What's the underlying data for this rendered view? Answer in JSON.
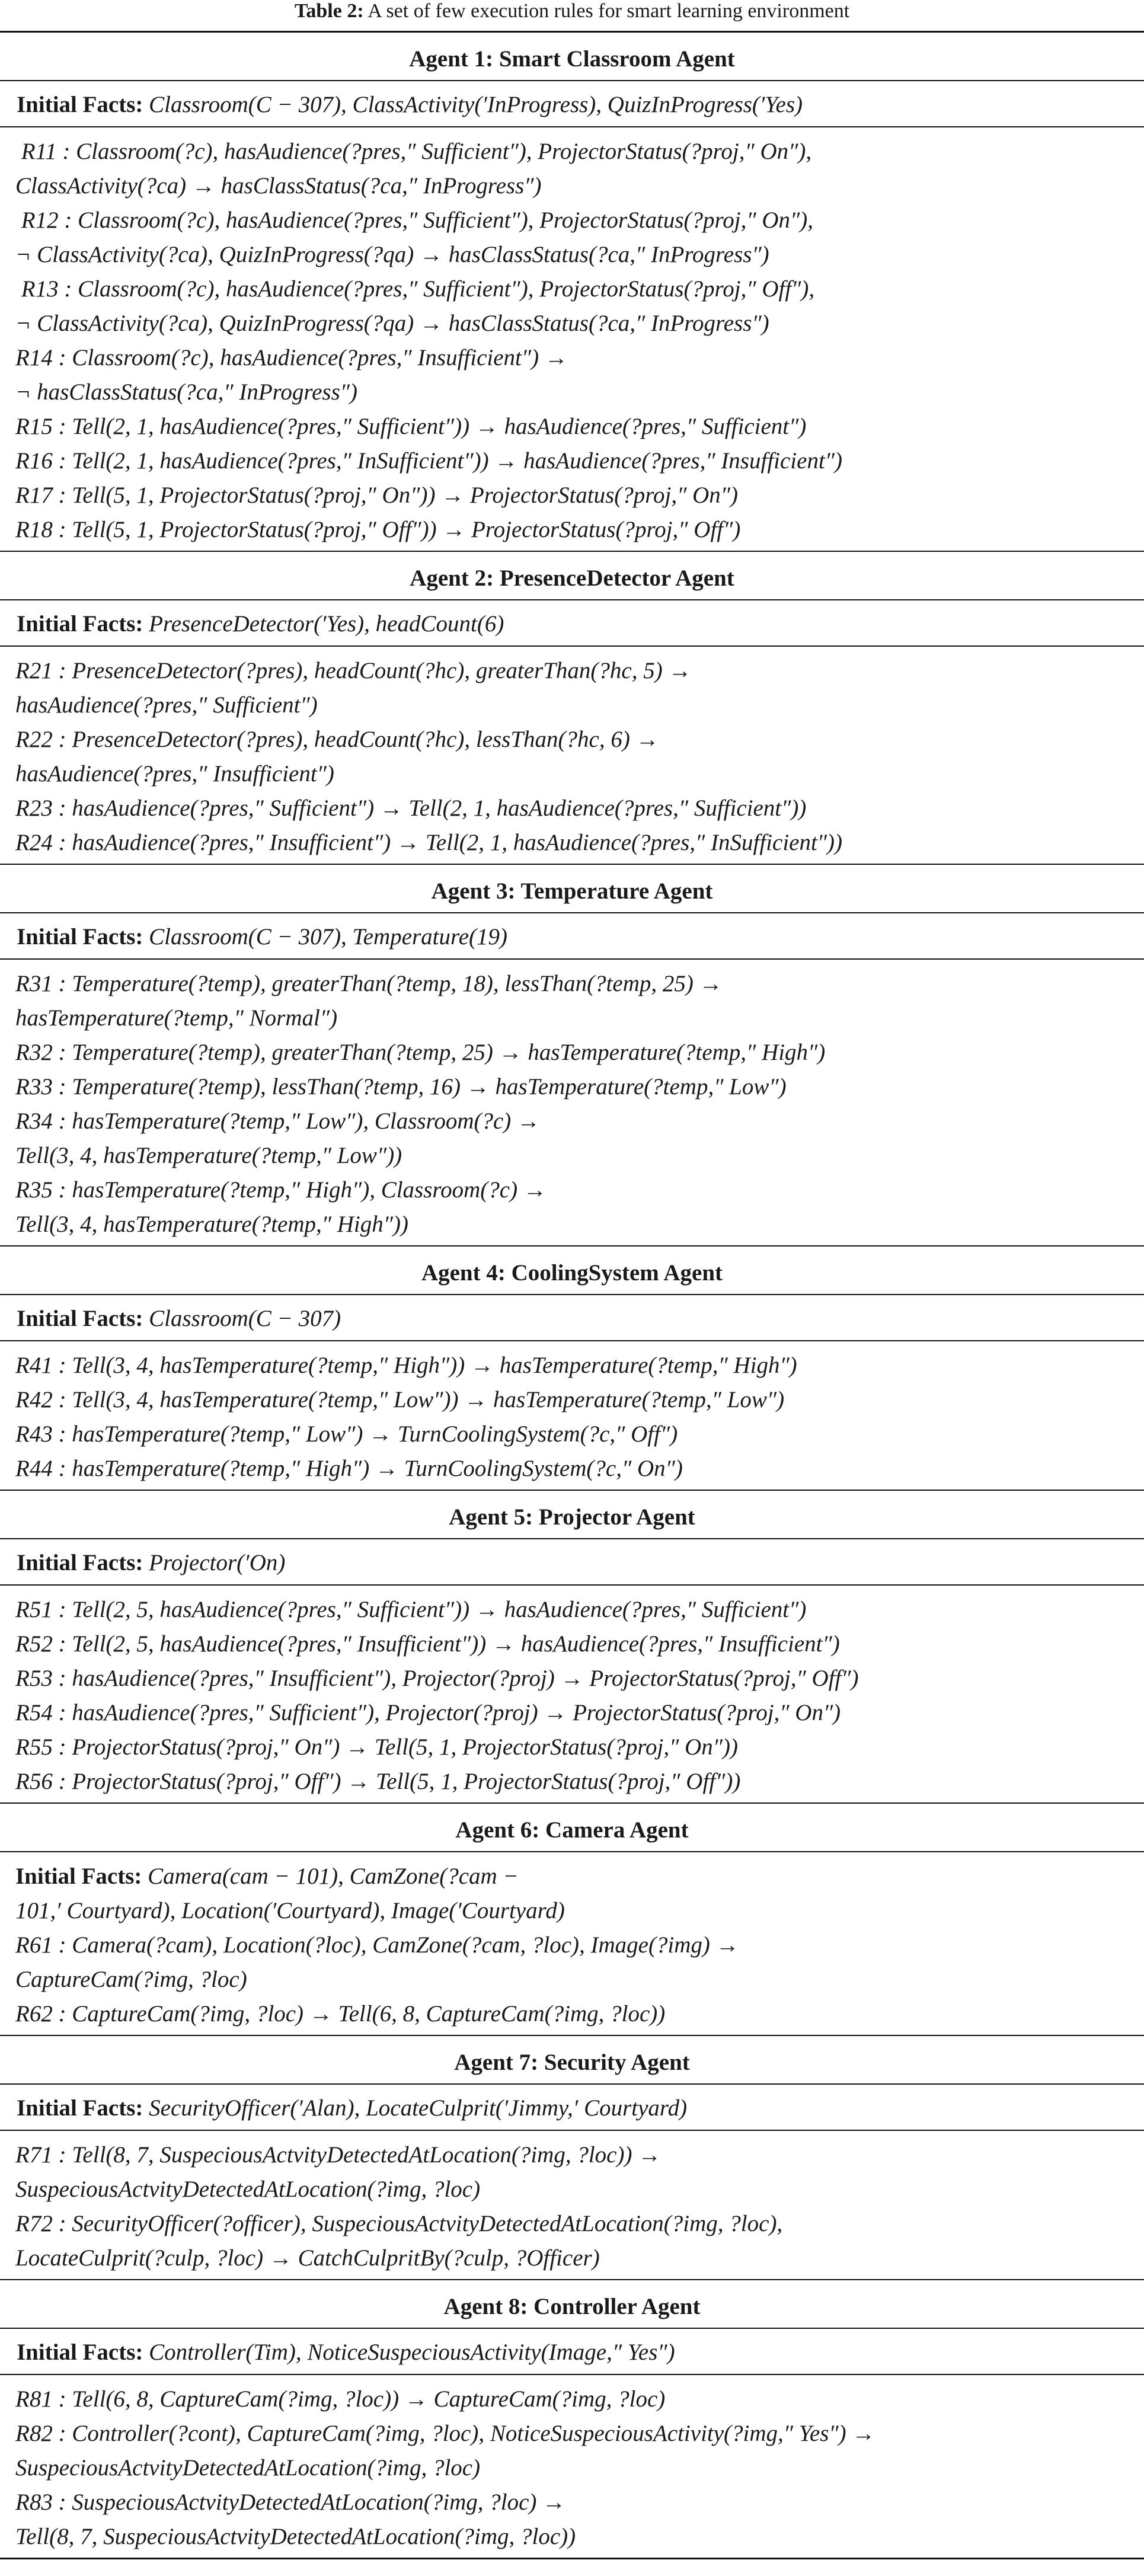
{
  "caption": {
    "label": "Table 2:",
    "text": " A set of few execution rules for smart learning environment"
  },
  "agents": [
    {
      "title": "Agent 1: Smart Classroom Agent",
      "facts_label": "Initial Facts:",
      "facts_value": "Classroom(C − 307), ClassActivity(′InProgress), QuizInProgress(′Yes)",
      "rules": [
        " R11 : Classroom(?c), hasAudience(?pres,″ Sufficient″), ProjectorStatus(?proj,″ On″),",
        "ClassActivity(?ca) → hasClassStatus(?ca,″ InProgress″)",
        " R12 : Classroom(?c), hasAudience(?pres,″ Sufficient″), ProjectorStatus(?proj,″ On″),",
        "¬ ClassActivity(?ca), QuizInProgress(?qa) → hasClassStatus(?ca,″ InProgress″)",
        " R13 : Classroom(?c), hasAudience(?pres,″ Sufficient″), ProjectorStatus(?proj,″ Off″),",
        "¬ ClassActivity(?ca), QuizInProgress(?qa) → hasClassStatus(?ca,″ InProgress″)",
        "R14 : Classroom(?c), hasAudience(?pres,″ Insufficient″) →",
        "¬ hasClassStatus(?ca,″ InProgress″)",
        "R15 : Tell(2, 1, hasAudience(?pres,″ Sufficient″)) → hasAudience(?pres,″ Sufficient″)",
        "R16 : Tell(2, 1, hasAudience(?pres,″ InSufficient″)) → hasAudience(?pres,″ Insufficient″)",
        "R17 : Tell(5, 1, ProjectorStatus(?proj,″ On″)) → ProjectorStatus(?proj,″ On″)",
        "R18 : Tell(5, 1, ProjectorStatus(?proj,″ Off″)) → ProjectorStatus(?proj,″ Off″)"
      ]
    },
    {
      "title": "Agent 2: PresenceDetector Agent",
      "facts_label": "Initial Facts:",
      "facts_value": "PresenceDetector(′Yes), headCount(6)",
      "rules": [
        "R21 : PresenceDetector(?pres), headCount(?hc), greaterThan(?hc, 5) →",
        "hasAudience(?pres,″ Sufficient″)",
        "R22 : PresenceDetector(?pres), headCount(?hc), lessThan(?hc, 6) →",
        "hasAudience(?pres,″ Insufficient″)",
        "R23 : hasAudience(?pres,″ Sufficient″) → Tell(2, 1, hasAudience(?pres,″ Sufficient″))",
        "R24 : hasAudience(?pres,″ Insufficient″) → Tell(2, 1, hasAudience(?pres,″ InSufficient″))"
      ]
    },
    {
      "title": "Agent 3: Temperature Agent",
      "facts_label": "Initial Facts:",
      "facts_value": "Classroom(C − 307), Temperature(19)",
      "rules": [
        "R31 : Temperature(?temp), greaterThan(?temp, 18), lessThan(?temp, 25) →",
        "hasTemperature(?temp,″ Normal″)",
        "R32 : Temperature(?temp), greaterThan(?temp, 25) → hasTemperature(?temp,″ High″)",
        "R33 : Temperature(?temp), lessThan(?temp, 16) → hasTemperature(?temp,″ Low″)",
        "R34 : hasTemperature(?temp,″ Low″), Classroom(?c) →",
        "Tell(3, 4, hasTemperature(?temp,″ Low″))",
        "R35 : hasTemperature(?temp,″ High″), Classroom(?c) →",
        "Tell(3, 4, hasTemperature(?temp,″ High″))"
      ]
    },
    {
      "title": "Agent 4: CoolingSystem Agent",
      "facts_label": "Initial Facts:",
      "facts_value": "Classroom(C − 307)",
      "rules": [
        "R41 : Tell(3, 4, hasTemperature(?temp,″ High″)) → hasTemperature(?temp,″ High″)",
        "R42 : Tell(3, 4, hasTemperature(?temp,″ Low″)) → hasTemperature(?temp,″ Low″)",
        "R43 : hasTemperature(?temp,″ Low″) → TurnCoolingSystem(?c,″ Off″)",
        "R44 : hasTemperature(?temp,″ High″) → TurnCoolingSystem(?c,″ On″)"
      ]
    },
    {
      "title": "Agent 5: Projector Agent",
      "facts_label": "Initial Facts:",
      "facts_value": "Projector(′On)",
      "rules": [
        "R51 : Tell(2, 5, hasAudience(?pres,″ Sufficient″)) → hasAudience(?pres,″ Sufficient″)",
        "R52 : Tell(2, 5, hasAudience(?pres,″ Insufficient″)) → hasAudience(?pres,″ Insufficient″)",
        "R53 : hasAudience(?pres,″ Insufficient″), Projector(?proj) → ProjectorStatus(?proj,″ Off″)",
        "R54 : hasAudience(?pres,″ Sufficient″), Projector(?proj) → ProjectorStatus(?proj,″ On″)",
        "R55 : ProjectorStatus(?proj,″ On″) → Tell(5, 1, ProjectorStatus(?proj,″ On″))",
        "R56 : ProjectorStatus(?proj,″ Off″) → Tell(5, 1, ProjectorStatus(?proj,″ Off″))"
      ]
    },
    {
      "title": "Agent 6: Camera Agent",
      "facts_label": "Initial Facts:",
      "facts_value": "Camera(cam − 101), CamZone(?cam −",
      "combined_lines": [
        "101,′ Courtyard), Location(′Courtyard), Image(′Courtyard)",
        "R61 : Camera(?cam), Location(?loc), CamZone(?cam, ?loc), Image(?img) →",
        "CaptureCam(?img, ?loc)",
        "R62 : CaptureCam(?img, ?loc) → Tell(6, 8, CaptureCam(?img, ?loc))"
      ]
    },
    {
      "title": "Agent 7: Security Agent",
      "facts_label": "Initial Facts:",
      "facts_value": "SecurityOfficer(′Alan), LocateCulprit(′Jimmy,′ Courtyard)",
      "rules": [
        "R71 : Tell(8, 7, SuspeciousActvityDetectedAtLocation(?img, ?loc)) →",
        "SuspeciousActvityDetectedAtLocation(?img, ?loc)",
        "R72 : SecurityOfficer(?officer), SuspeciousActvityDetectedAtLocation(?img, ?loc),",
        "LocateCulprit(?culp, ?loc) → CatchCulpritBy(?culp, ?Officer)"
      ]
    },
    {
      "title": "Agent 8: Controller Agent",
      "facts_label": "Initial Facts:",
      "facts_value": "Controller(Tim), NoticeSuspeciousActivity(Image,″ Yes″)",
      "rules": [
        "R81 : Tell(6, 8, CaptureCam(?img, ?loc)) → CaptureCam(?img, ?loc)",
        "R82 : Controller(?cont), CaptureCam(?img, ?loc), NoticeSuspeciousActivity(?img,″ Yes″) →",
        "SuspeciousActvityDetectedAtLocation(?img, ?loc)",
        "R83 : SuspeciousActvityDetectedAtLocation(?img, ?loc) →",
        "Tell(8, 7, SuspeciousActvityDetectedAtLocation(?img, ?loc))"
      ]
    }
  ]
}
